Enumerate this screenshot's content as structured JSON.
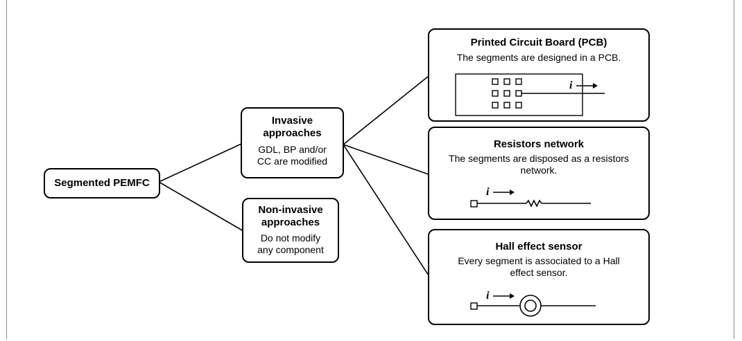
{
  "root": {
    "label": "Segmented PEMFC"
  },
  "invasive": {
    "title_line1": "Invasive",
    "title_line2": "approaches",
    "desc_line1": "GDL, BP and/or",
    "desc_line2": "CC are modified"
  },
  "noninvasive": {
    "title_line1": "Non-invasive",
    "title_line2": "approaches",
    "desc_line1": "Do not modify",
    "desc_line2": "any component"
  },
  "pcb": {
    "title": "Printed Circuit Board (PCB)",
    "desc": "The segments are designed in a PCB.",
    "current_symbol": "i"
  },
  "resistors": {
    "title": "Resistors network",
    "desc_line1": "The segments are disposed as a resistors",
    "desc_line2": "network.",
    "current_symbol": "i"
  },
  "hall": {
    "title": "Hall effect sensor",
    "desc_line1": "Every segment is associated to a Hall",
    "desc_line2": "effect sensor.",
    "current_symbol": "i"
  }
}
